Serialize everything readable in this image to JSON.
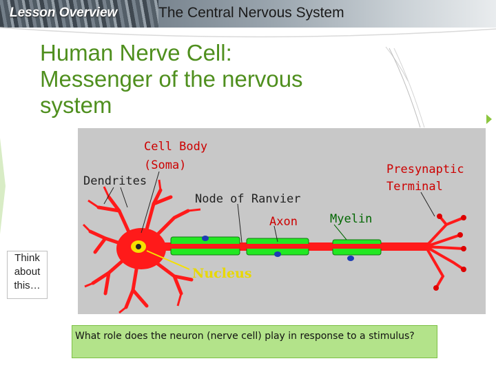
{
  "header": {
    "lesson_label": "Lesson Overview",
    "topic": "The Central Nervous System"
  },
  "slide": {
    "title_lines": [
      "Human Nerve Cell:",
      "Messenger of the nervous",
      "system"
    ]
  },
  "figure": {
    "labels": {
      "cell_body": "Cell Body",
      "soma": "(Soma)",
      "dendrites": "Dendrites",
      "node_of_ranvier": "Node of Ranvier",
      "axon": "Axon",
      "myelin": "Myelin",
      "presynaptic": "Presynaptic",
      "terminal": "Terminal",
      "nucleus": "Nucleus"
    },
    "colors": {
      "background": "#c8c8c8",
      "neuron": "#ff1a1a",
      "myelin": "#22e822",
      "nucleus": "#f5e000",
      "label_red": "#cc0000",
      "label_dark": "#222222",
      "label_green": "#006600"
    }
  },
  "sidebar_note": {
    "lines": [
      "Think",
      "about",
      "this…"
    ]
  },
  "question": {
    "text": "What role does the neuron (nerve cell) play in response to a stimulus?"
  },
  "accent_color": "#8cc63f",
  "title_color": "#4f8f1e"
}
